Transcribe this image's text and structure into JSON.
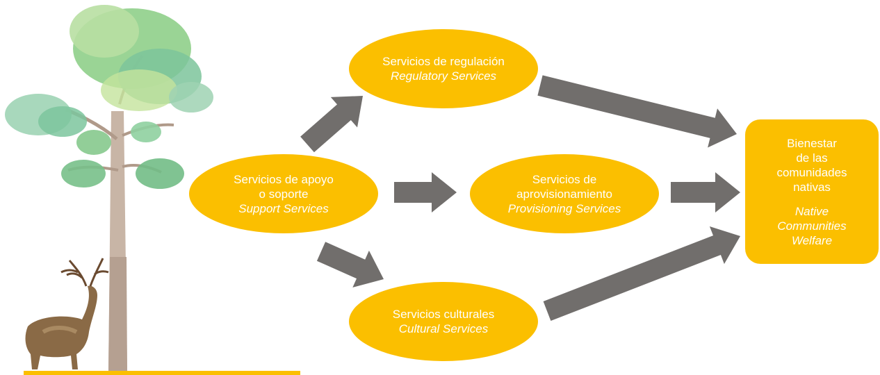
{
  "colors": {
    "accent": "#fbbf00",
    "arrow": "#716e6c",
    "node_text": "#ffffff"
  },
  "illustration": {
    "tree": "tree-icon",
    "deer": "deer-icon"
  },
  "nodes": {
    "support": {
      "es": "Servicios de apoyo\no soporte",
      "en": "Support Services"
    },
    "regulation": {
      "es": "Servicios de regulación",
      "en": "Regulatory Services"
    },
    "provision": {
      "es": "Servicios de\naprovisionamiento",
      "en": "Provisioning Services"
    },
    "cultural": {
      "es": "Servicios culturales",
      "en": "Cultural Services"
    },
    "welfare": {
      "es": "Bienestar\nde las\ncomunidades\nnativas",
      "en": "Native\nCommunities\nWelfare"
    }
  },
  "edges": [
    {
      "from": "support",
      "to": "regulation"
    },
    {
      "from": "support",
      "to": "provision"
    },
    {
      "from": "support",
      "to": "cultural"
    },
    {
      "from": "regulation",
      "to": "welfare"
    },
    {
      "from": "provision",
      "to": "welfare"
    },
    {
      "from": "cultural",
      "to": "welfare"
    }
  ]
}
